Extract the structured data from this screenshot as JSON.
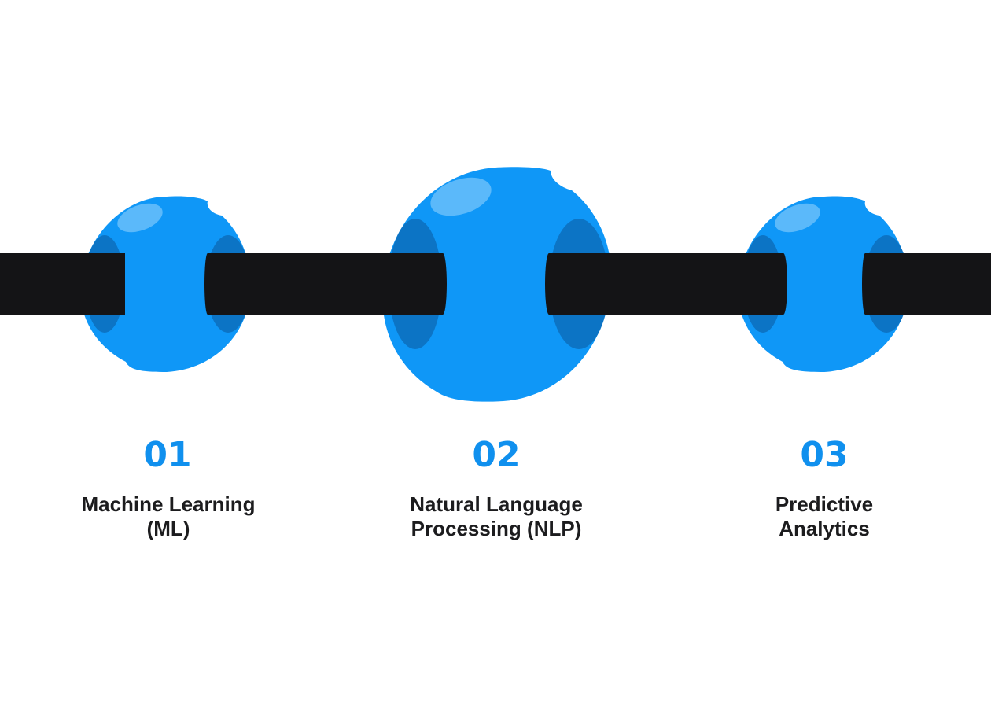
{
  "colors": {
    "background": "#ffffff",
    "bead": "#0f97f7",
    "bead_inner": "#0c74c5",
    "bead_highlight": "#5bb9fa",
    "rod": "#141416",
    "number": "#1090ee",
    "label": "#1c1c1e"
  },
  "steps": [
    {
      "number": "01",
      "label_lines": [
        "Machine Learning",
        "(ML)"
      ]
    },
    {
      "number": "02",
      "label_lines": [
        "Natural Language",
        "Processing (NLP)"
      ]
    },
    {
      "number": "03",
      "label_lines": [
        "Predictive",
        "Analytics"
      ]
    }
  ]
}
